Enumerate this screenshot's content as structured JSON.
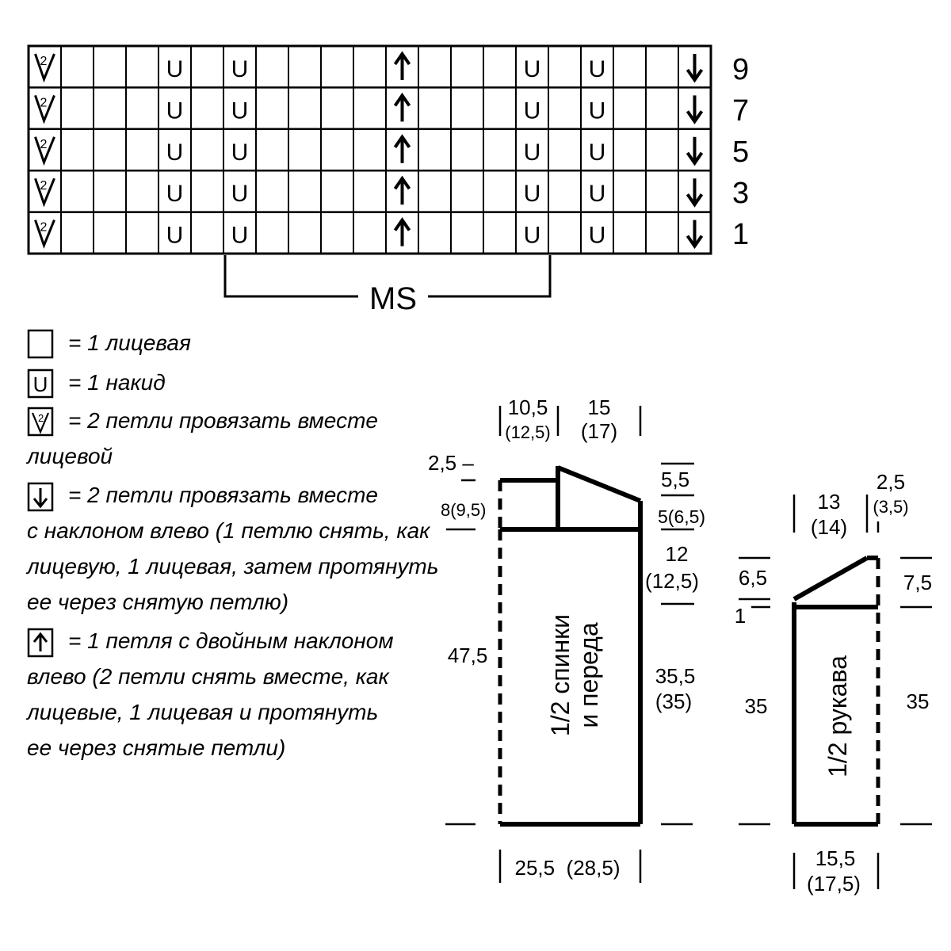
{
  "chart": {
    "rows": [
      "9",
      "7",
      "5",
      "3",
      "1"
    ],
    "columns": 21,
    "cells": {
      "0": "k2tog",
      "4": "yo",
      "6": "yo",
      "11": "dbl-left",
      "15": "yo",
      "17": "yo",
      "20": "ssk"
    },
    "repeat_label": "MS"
  },
  "legend": [
    {
      "symbol": "knit",
      "text": "= 1 лицевая"
    },
    {
      "symbol": "yo",
      "text": "= 1 накид"
    },
    {
      "symbol": "k2tog",
      "text": "= 2 петли провязать вместе",
      "lines": [
        "лицевой"
      ]
    },
    {
      "symbol": "ssk",
      "text": "= 2 петли провязать вместе",
      "lines": [
        "с наклоном влево (1 петлю снять, как",
        "лицевую, 1 лицевая, затем протянуть",
        "ее через снятую петлю)"
      ]
    },
    {
      "symbol": "dbl-left",
      "text": "= 1 петля с двойным наклоном",
      "lines": [
        "влево (2 петли снять вместе, как",
        "лицевые, 1 лицевая и протянуть",
        "ее через снятые петли)"
      ]
    }
  ],
  "symbols": {
    "yo": "U",
    "k2tog": "2",
    "ssk": "↓",
    "dbl-left": "↑"
  },
  "body_piece": {
    "label_line1": "1/2 спинки",
    "label_line2": "и переда",
    "top_left_width": "10,5",
    "top_left_width_alt": "(12,5)",
    "top_right_width": "15",
    "top_right_width_alt": "(17)",
    "shoulder_drop": "2,5 –",
    "neck_depth": "8(9,5)",
    "right_top_1": "5,5",
    "right_top_2": "5(6,5)",
    "armhole": "12",
    "armhole_alt": "(12,5)",
    "left_height": "47,5",
    "right_height": "35,5",
    "right_height_alt": "(35)",
    "bottom_width": "25,5  (28,5)"
  },
  "sleeve_piece": {
    "label": "1/2 рукава",
    "top_width": "13",
    "top_width_alt": "(14)",
    "top_right": "2,5",
    "top_right_alt": "(3,5)",
    "cap_left": "6,5",
    "cap_left_small": "1",
    "cap_right": "7,5",
    "left_height": "35",
    "right_height": "35",
    "bottom_width": "15,5",
    "bottom_width_alt": "(17,5)"
  }
}
